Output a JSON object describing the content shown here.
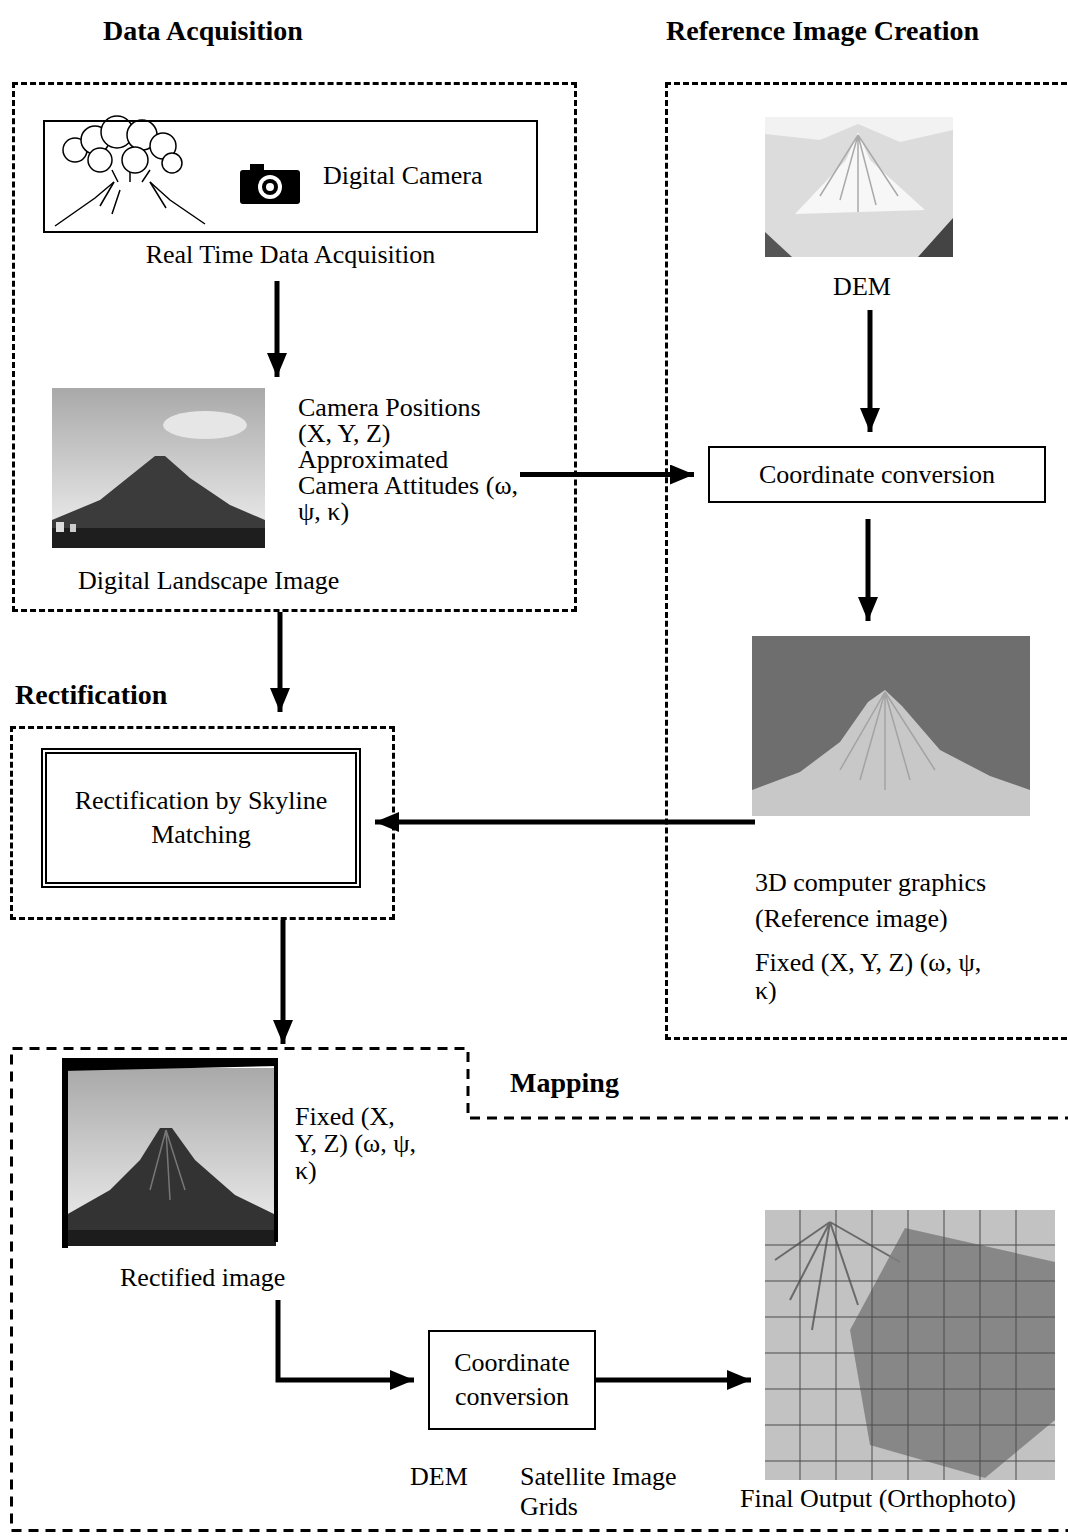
{
  "diagram": {
    "nodes": [
      {
        "text": [
          "Data Acquisition"
        ]
      },
      {
        "text": [
          "Digital Camera",
          "Real Time Data Acquisition"
        ],
        "in": 0
      },
      {
        "text": [
          "Camera Positions (X, Y, Z) Approximated Camera Attitudes (ω, ψ, κ)",
          "Digital Landscape Image"
        ],
        "in": 0
      },
      {
        "text": [
          "Reference Image Creation"
        ]
      },
      {
        "text": [
          "DEM"
        ],
        "in": 3
      },
      {
        "text": [
          "Coordinate conversion"
        ],
        "in": 3
      },
      {
        "text": [
          "3D computer graphics (Reference image)",
          "Fixed (X, Y, Z) (ω, ψ, κ)"
        ],
        "in": 3
      },
      {
        "text": [
          "Rectification"
        ]
      },
      {
        "text": [
          "Rectification by Skyline Matching"
        ],
        "in": 7
      },
      {
        "text": [
          "Mapping"
        ]
      },
      {
        "text": [
          "Fixed (X, Y, Z) (ω, ψ, κ)",
          "Rectified image"
        ],
        "in": 9
      },
      {
        "text": [
          "Coordinate conversion"
        ],
        "in": 9
      },
      {
        "text": [
          "Final Output (Orthophoto)"
        ],
        "in": 9
      }
    ],
    "edges": [
      {
        "from": 1,
        "to": 2,
        "arrow": "to"
      },
      {
        "from": 2,
        "to": 5,
        "arrow": "to"
      },
      {
        "from": 4,
        "to": 5,
        "arrow": "to"
      },
      {
        "from": 5,
        "to": 6,
        "arrow": "to"
      },
      {
        "from": 6,
        "to": 8,
        "arrow": "to"
      },
      {
        "from": 0,
        "to": 7,
        "arrow": "to"
      },
      {
        "from": 7,
        "to": 10,
        "arrow": "to"
      },
      {
        "from": 10,
        "to": 11,
        "arrow": "to"
      },
      {
        "from": 11,
        "to": 12,
        "arrow": "to"
      }
    ],
    "labels": [
      "DEM",
      "Satellite Image Grids"
    ]
  }
}
